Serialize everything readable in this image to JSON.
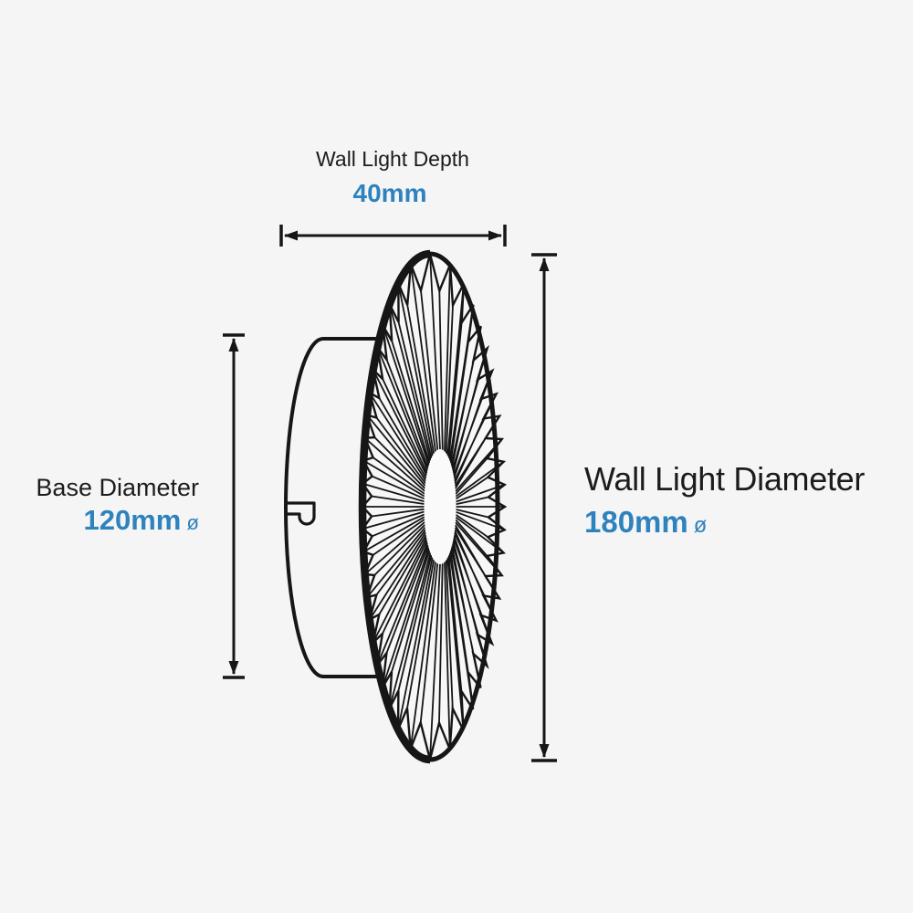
{
  "colors": {
    "background": "#f5f5f5",
    "accent_blue": "#2e82bd",
    "text": "#1c1c1c",
    "line": "#161616"
  },
  "figure": {
    "description": "Pleated disc wall light, side profile with wall-mount base and keyhole bracket"
  },
  "dimensions": {
    "depth": {
      "label": "Wall Light Depth",
      "value": "40mm",
      "suffix": ""
    },
    "base_diameter": {
      "label": "Base Diameter",
      "value": "120mm",
      "suffix": "ø"
    },
    "wall_light_diameter": {
      "label": "Wall Light Diameter",
      "value": "180mm",
      "suffix": "ø"
    }
  }
}
